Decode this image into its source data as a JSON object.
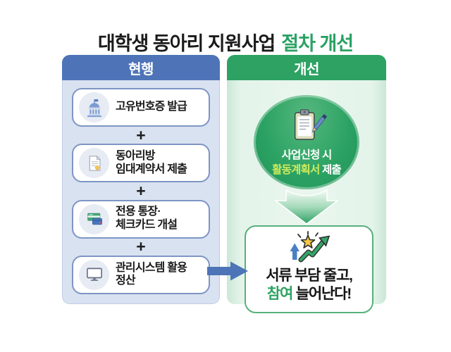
{
  "title": {
    "main": "대학생 동아리 지원사업",
    "highlight": "절차 개선"
  },
  "colors": {
    "title_highlight_green": "#2aa263",
    "current_header_blue": "#4e74b7",
    "current_body_blue": "#d9e2f1",
    "step_border_blue": "#7e95c4",
    "improved_header_green": "#2da263",
    "improved_body_green": "#e4f4ea",
    "plan_circle_green": "#2ba263",
    "plan_highlight_yellow_green": "#cdea5e",
    "result_border_green": "#57b07b",
    "result_highlight_green": "#2da263",
    "flow_arrow_blue": "#4d74b6"
  },
  "current_panel": {
    "header": "현행",
    "plus": "+",
    "items": [
      {
        "icon": "government-building-icon",
        "line1": "고유번호증 발급",
        "line2": ""
      },
      {
        "icon": "lease-contract-icon",
        "line1": "동아리방",
        "line2": "임대계약서 제출"
      },
      {
        "icon": "bankbook-checkcard-icon",
        "line1": "전용 통장·",
        "line2": "체크카드 개설"
      },
      {
        "icon": "monitor-icon",
        "line1": "관리시스템 활용",
        "line2": "정산"
      }
    ]
  },
  "improved_panel": {
    "header": "개선",
    "plan_circle": {
      "icon": "clipboard-pen-icon",
      "line1": "사업신청 시",
      "line2_highlight": "활동계획서",
      "line2_rest": " 제출"
    },
    "down_arrow_icon": "down-arrow-icon",
    "result_box": {
      "icon": "star-growth-icon",
      "line1": "서류 부담 줄고,",
      "line2_highlight": "참여",
      "line2_rest": " 늘어난다!"
    }
  },
  "flow_arrow_icon": "right-arrow-icon"
}
